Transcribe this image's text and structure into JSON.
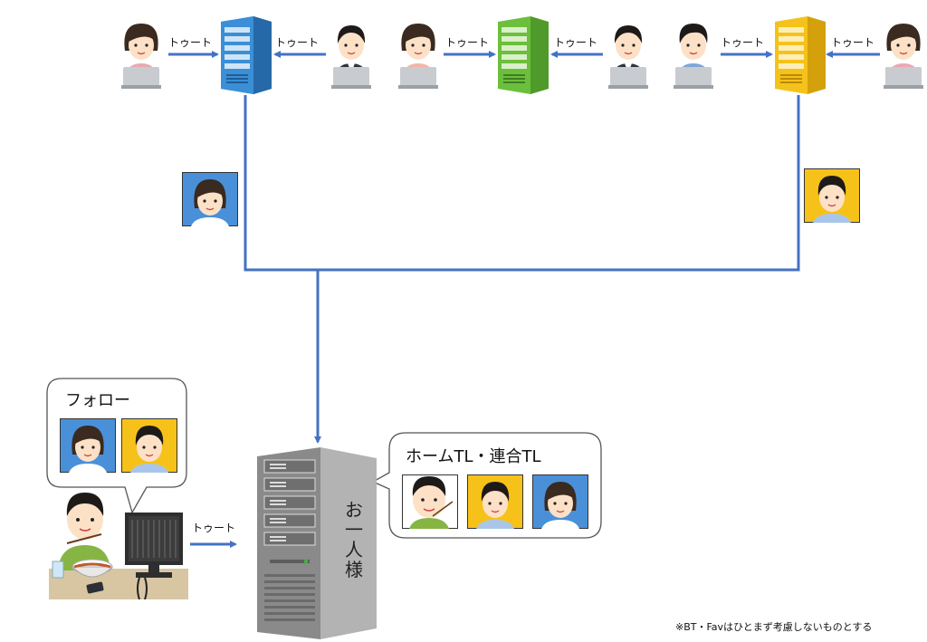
{
  "labels": {
    "toot": "トゥート",
    "follow": "フォロー",
    "home_tl": "ホームTL・連合TL",
    "note": "※BT・Favはひとまず考慮しないものとする",
    "server_name": [
      "お",
      "一",
      "人",
      "様"
    ]
  },
  "colors": {
    "line": "#4472c4",
    "server_blue": "#3b8fd6",
    "server_green": "#6cbf3c",
    "server_yellow": "#f5c21b",
    "server_gray": "#7b7b7b",
    "avatar_blue_bg": "#4a90d9",
    "avatar_yellow_bg": "#f6c21a"
  },
  "icons": {
    "user_female": "user-female-laptop-icon",
    "user_male": "user-male-laptop-icon",
    "server": "server-tower-icon"
  }
}
